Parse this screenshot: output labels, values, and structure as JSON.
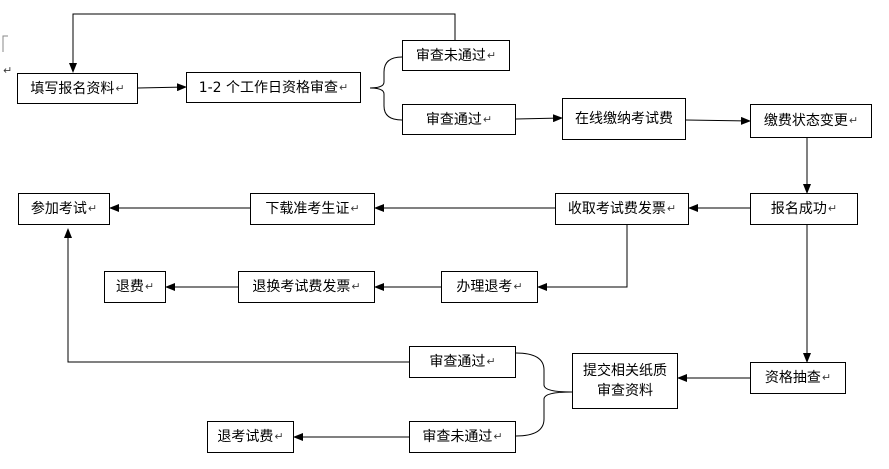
{
  "mark": "↵",
  "nodes": {
    "fill_form": "填写报名资料",
    "review": "1-2 个工作日资格审查",
    "review_fail_top": "审查未通过",
    "review_pass_top": "审查通过",
    "pay_online": "在线缴纳考试费",
    "status_change": "缴费状态变更",
    "success": "报名成功",
    "invoice": "收取考试费发票",
    "download": "下载准考生证",
    "exam": "参加考试",
    "withdraw": "办理退考",
    "exchange_invoice": "退换考试费发票",
    "refund": "退费",
    "spot_check": "资格抽查",
    "submit_docs": "提交相关纸质审查资料",
    "review_pass_bottom": "审查通过",
    "review_fail_bottom": "审查未通过",
    "refund_fee": "退考试费"
  }
}
